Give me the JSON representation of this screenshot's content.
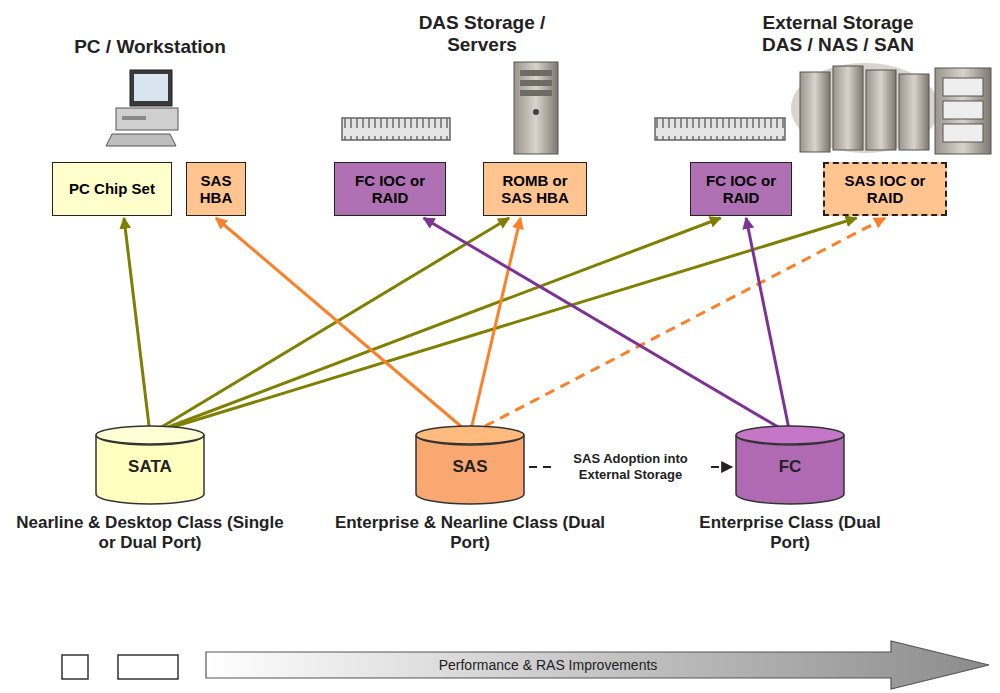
{
  "diagram": {
    "nodes": [
      {
        "text": [
          "PC Chip Set"
        ]
      },
      {
        "text": [
          "SAS HBA"
        ]
      },
      {
        "text": [
          "FC IOC or RAID"
        ]
      },
      {
        "text": [
          "ROMB or SAS HBA"
        ]
      },
      {
        "text": [
          "FC IOC or RAID"
        ]
      },
      {
        "text": [
          "SAS IOC or RAID"
        ]
      },
      {
        "text": [
          "SATA",
          "Nearline & Desktop Class (Single or Dual Port)"
        ]
      },
      {
        "text": [
          "SAS",
          "Enterprise & Nearline Class (Dual Port)"
        ]
      },
      {
        "text": [
          "FC",
          "Enterprise Class (Dual Port)"
        ]
      },
      {
        "text": [
          "Performance & RAS Improvements"
        ]
      }
    ],
    "edges": [
      {
        "from": 6,
        "to": 0,
        "arrow": "to"
      },
      {
        "from": 6,
        "to": 3,
        "arrow": "to"
      },
      {
        "from": 6,
        "to": 4,
        "arrow": "to"
      },
      {
        "from": 6,
        "to": 5,
        "arrow": "to"
      },
      {
        "from": 7,
        "to": 1,
        "arrow": "to"
      },
      {
        "from": 7,
        "to": 3,
        "arrow": "to"
      },
      {
        "from": 7,
        "to": 5,
        "arrow": "to"
      },
      {
        "from": 8,
        "to": 2,
        "arrow": "to"
      },
      {
        "from": 8,
        "to": 4,
        "arrow": "to"
      },
      {
        "from": 7,
        "to": 8,
        "label": "SAS Adoption into External Storage",
        "arrow": "to"
      }
    ],
    "labels": [
      "PC / Workstation",
      "DAS Storage / Servers",
      "External Storage DAS / NAS / SAN"
    ]
  }
}
